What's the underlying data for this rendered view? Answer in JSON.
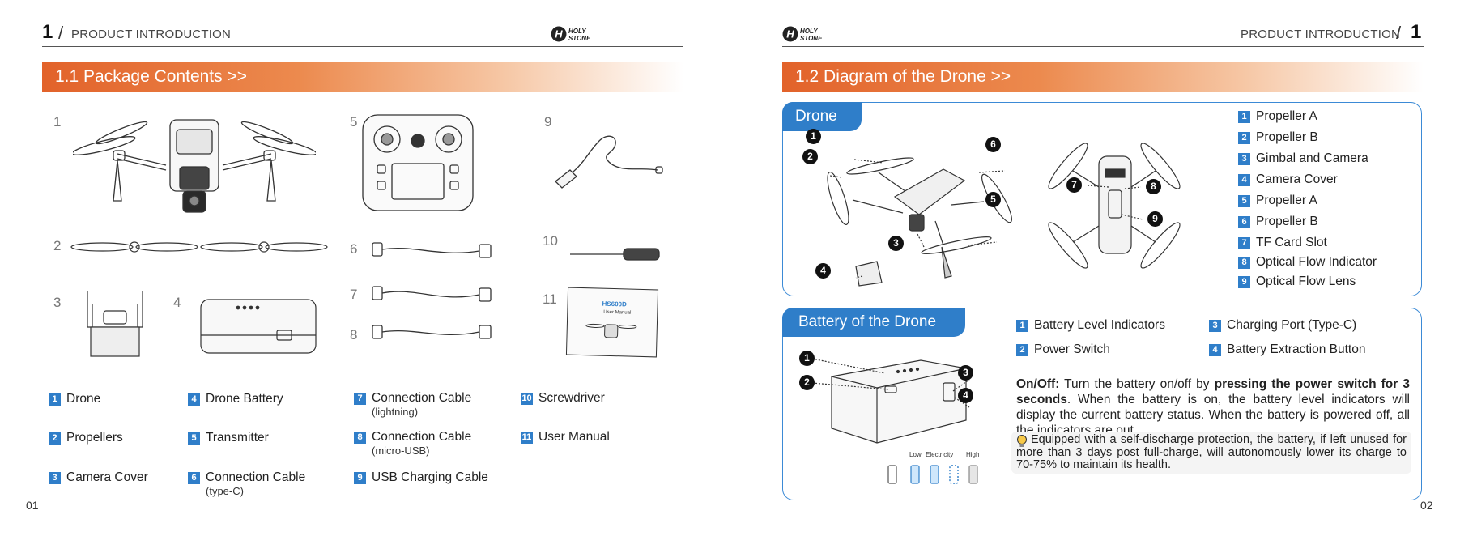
{
  "left": {
    "header": {
      "num": "1",
      "slash": "/",
      "title": "PRODUCT INTRODUCTION",
      "logo": "HOLY STONE"
    },
    "section": {
      "title": "1.1   Package Contents  >>"
    },
    "figures": {
      "n1": "1",
      "n2": "2",
      "n3": "3",
      "n4": "4",
      "n5": "5",
      "n6": "6",
      "n7": "7",
      "n8": "8",
      "n9": "9",
      "n10": "10",
      "n11": "11"
    },
    "manual_thumb": {
      "model": "HS600D",
      "caption": "User Manual"
    },
    "legend": [
      {
        "n": "1",
        "label": "Drone",
        "sub": ""
      },
      {
        "n": "2",
        "label": "Propellers",
        "sub": ""
      },
      {
        "n": "3",
        "label": "Camera Cover",
        "sub": ""
      },
      {
        "n": "4",
        "label": "Drone Battery",
        "sub": ""
      },
      {
        "n": "5",
        "label": "Transmitter",
        "sub": ""
      },
      {
        "n": "6",
        "label": "Connection Cable",
        "sub": "(type-C)"
      },
      {
        "n": "7",
        "label": "Connection Cable",
        "sub": "(lightning)"
      },
      {
        "n": "8",
        "label": "Connection Cable",
        "sub": "(micro-USB)"
      },
      {
        "n": "9",
        "label": "USB Charging Cable",
        "sub": ""
      },
      {
        "n": "10",
        "label": "Screwdriver",
        "sub": ""
      },
      {
        "n": "11",
        "label": "User Manual",
        "sub": ""
      }
    ],
    "folio": "01"
  },
  "right": {
    "header": {
      "num": "1",
      "slash": "/",
      "title": "PRODUCT INTRODUCTION",
      "logo": "HOLY STONE"
    },
    "section": {
      "title": "1.2   Diagram of the Drone  >>"
    },
    "drone_panel": {
      "tab": "Drone",
      "callouts": [
        "1",
        "2",
        "3",
        "4",
        "5",
        "6",
        "7",
        "8",
        "9"
      ],
      "legend": [
        {
          "n": "1",
          "label": "Propeller A"
        },
        {
          "n": "2",
          "label": "Propeller B"
        },
        {
          "n": "3",
          "label": "Gimbal and Camera"
        },
        {
          "n": "4",
          "label": "Camera Cover"
        },
        {
          "n": "5",
          "label": "Propeller A"
        },
        {
          "n": "6",
          "label": "Propeller B"
        },
        {
          "n": "7",
          "label": "TF Card Slot"
        },
        {
          "n": "8",
          "label": "Optical Flow Indicator"
        },
        {
          "n": "9",
          "label": "Optical Flow Lens"
        }
      ]
    },
    "battery_panel": {
      "tab": "Battery of the Drone",
      "callouts": [
        "1",
        "2",
        "3",
        "4"
      ],
      "legend": [
        {
          "n": "1",
          "label": "Battery Level Indicators"
        },
        {
          "n": "2",
          "label": "Power Switch"
        },
        {
          "n": "3",
          "label": "Charging Port (Type-C)"
        },
        {
          "n": "4",
          "label": "Battery Extraction Button"
        }
      ],
      "level_labels": {
        "low": "Low",
        "mid": "Electricity",
        "high": "High"
      },
      "onoff": {
        "lead": "On/Off:",
        "t1": " Turn the battery on/off by ",
        "b1": "pressing the power switch for 3 seconds",
        "t2": ". When the battery is on, the battery level indicators will display the current battery status. When the battery is powered off, all the indicators are out."
      },
      "note": "Equipped with a self-discharge protection, the battery, if left unused for more than 3 days post full-charge, will autonomously lower its charge to 70-75% to maintain its health."
    },
    "folio": "02"
  },
  "colors": {
    "accent_orange": "#e2622a",
    "accent_blue": "#2f7ec9"
  }
}
